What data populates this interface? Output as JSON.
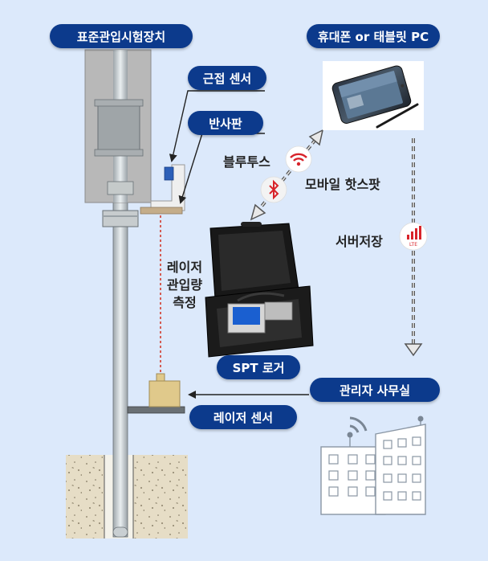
{
  "labels": {
    "spt_device": "표준관입시험장치",
    "phone_tablet": "휴대폰 or 태블릿 PC",
    "proximity_sensor": "근접 센서",
    "reflector": "반사판",
    "bluetooth": "블루투스",
    "mobile_hotspot": "모바일 핫스팟",
    "server_storage": "서버저장",
    "laser_measure_line1": "레이저",
    "laser_measure_line2": "관입량",
    "laser_measure_line3": "측정",
    "spt_logger": "SPT 로거",
    "admin_office": "관리자 사무실",
    "laser_sensor": "레이저 센서"
  },
  "icons": {
    "wifi": "wifi-icon",
    "bluetooth": "bluetooth-icon",
    "lte": "lte-signal-icon",
    "building": "office-building-icon"
  },
  "lte_badge": "LTE",
  "colors": {
    "background": "#dce9fb",
    "pill": "#0c3a8c",
    "icon_red": "#d8232a",
    "laser_line": "#d23a2a"
  }
}
